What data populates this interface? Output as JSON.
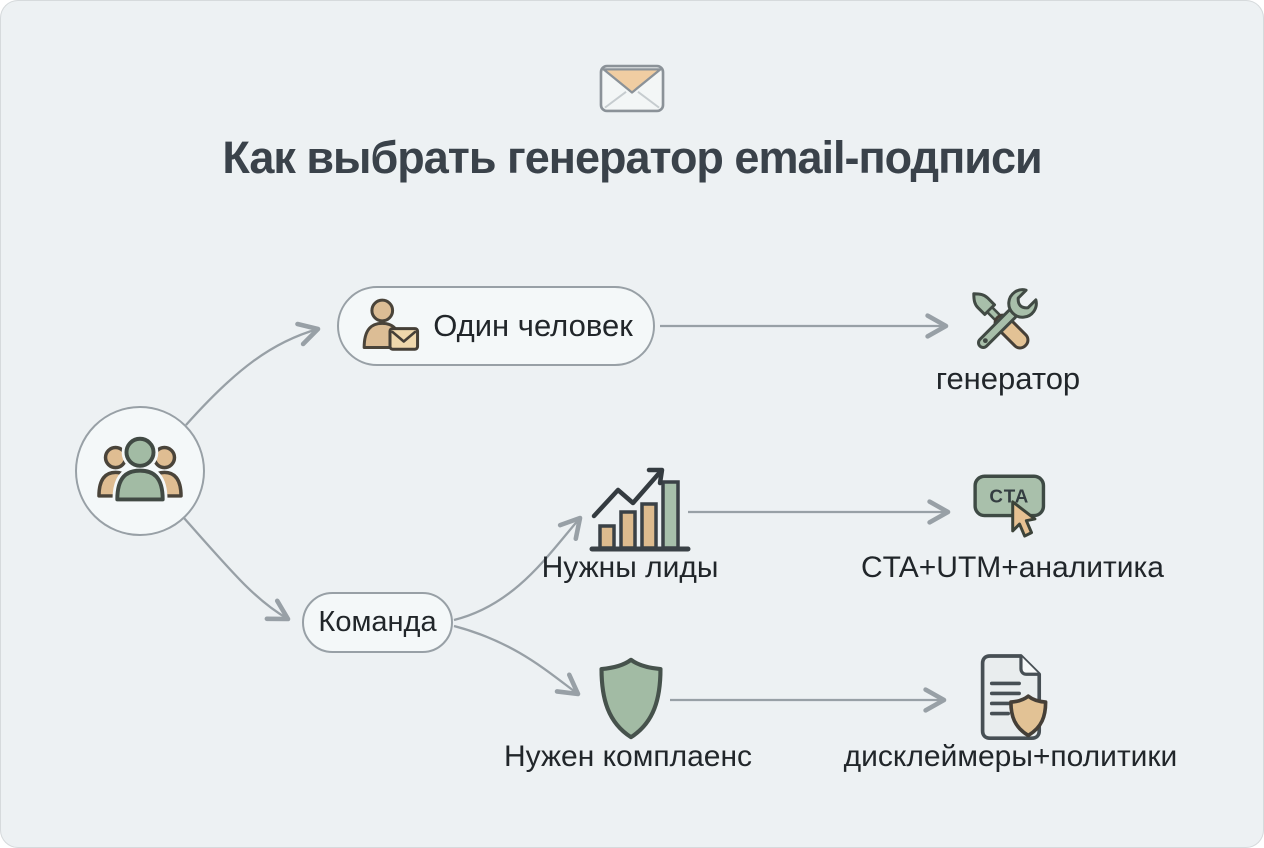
{
  "colors": {
    "background": "#edf1f3",
    "node_fill": "#f4f8f9",
    "connector_line": "#98a0a6",
    "title_text": "#3a424a",
    "label_text": "#21262a",
    "sage_green": "#a8bfaa",
    "tan": "#dfbd92",
    "icon_outline_dark": "#3f4a44",
    "envelope_flap": "#f0cda2",
    "document_fill": "#e9edee"
  },
  "header": {
    "icon": "envelope-icon",
    "title": "Как выбрать генератор email-подписи"
  },
  "flow": {
    "root": {
      "icon": "team-group-icon"
    },
    "branch_solo": {
      "label": "Один человек",
      "icon": "person-envelope-icon",
      "outcome": {
        "label": "генератор",
        "icon": "tools-icon"
      }
    },
    "branch_team": {
      "label": "Команда",
      "sub_leads": {
        "label": "Нужны лиды",
        "icon": "growth-chart-icon",
        "outcome": {
          "label": "CTA+UTM+аналитика",
          "icon": "cta-button-icon",
          "button_text": "CTA"
        }
      },
      "sub_compliance": {
        "label": "Нужен комплаенс",
        "icon": "shield-icon",
        "outcome": {
          "label": "дисклеймеры+политики",
          "icon": "document-shield-icon"
        }
      }
    }
  }
}
